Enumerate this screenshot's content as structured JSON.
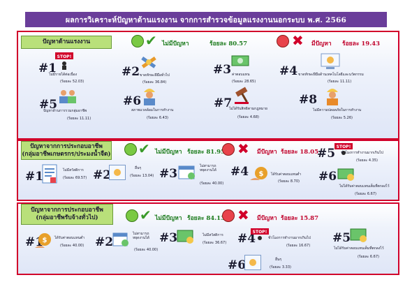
{
  "title": "ผลการวิเคราะห์ปัญหาด้านแรงงาน จากการสำรวจข้อมูลแรงงานนอกระบบ พ.ศ. 2566",
  "sections": [
    {
      "label_lines": [
        "ปัญหาด้านแรงงาน"
      ],
      "no_problem": "ไม่มีปัญหา",
      "no_problem_pct": "ร้อยละ 80.57",
      "has_problem": "มีปัญหา",
      "has_problem_pct": "ร้อยละ 19.43",
      "items": [
        {
          "num": "#1",
          "label": "ไม่มีรายได้ต่อเนื่อง",
          "pct": "(ร้อยละ 52.03)",
          "icon": "stop-sign-icon"
        },
        {
          "num": "#2",
          "label": "ขาดทักษะฝีมือทั่วไป",
          "pct": "(ร้อยละ 36.84)",
          "icon": "tools-icon"
        },
        {
          "num": "#3",
          "label": "ค่าตอบแทน",
          "pct": "(ร้อยละ 28.65)",
          "icon": "money-icon"
        },
        {
          "num": "#4",
          "label": "ขาดทักษะฝีมือด้านเทคโนโลยีและนวัตกรรม",
          "pct": "(ร้อยละ 11.11)",
          "icon": "computer-icon"
        },
        {
          "num": "#5",
          "label": "ปัญหาด้านการรวมกลุ่มอาชีพ",
          "pct": "(ร้อยละ 11.11)",
          "icon": "group-icon"
        },
        {
          "num": "#6",
          "label": "สภาพแวดล้อมในการทำงาน",
          "pct": "(ร้อยละ 6.43)",
          "icon": "worker-icon"
        },
        {
          "num": "#7",
          "label": "ไม่ได้รับสิทธิตามกฎหมาย",
          "pct": "(ร้อยละ 4.68)",
          "icon": "gavel-icon"
        },
        {
          "num": "#8",
          "label": "ไม่มีความปลอดภัยในการทำงาน",
          "pct": "(ร้อยละ 5.26)",
          "icon": "safety-worker-icon"
        }
      ]
    },
    {
      "label_lines": [
        "ปัญหาจากการประกอบอาชีพ",
        "(กลุ่มอาชีพเกษตรกร/ประมงน้ำจืด)"
      ],
      "no_problem": "ไม่มีปัญหา",
      "no_problem_pct": "ร้อยละ 81.95",
      "has_problem": "มีปัญหา",
      "has_problem_pct": "ร้อยละ 18.05",
      "items": [
        {
          "num": "#1",
          "label": "ไม่มีสวัสดิการ",
          "pct": "(ร้อยละ 69.57)",
          "icon": "document-icon"
        },
        {
          "num": "#2",
          "label": "อื่นๆ",
          "pct": "(ร้อยละ 13.04)",
          "icon": "computer-icon"
        },
        {
          "num": "#3",
          "label": "ไม่สามารถ\nหยุดงานได้",
          "pct": "(ร้อยละ 40.00)",
          "icon": "calendar-icon"
        },
        {
          "num": "#4",
          "label": "ได้รับค่าตอบแทนต่ำ",
          "pct": "(ร้อยละ 8.70)",
          "icon": "money-bag-icon"
        },
        {
          "num": "#5",
          "label": "ชั่วโมงการทำงานมากเกินไป",
          "pct": "(ร้อยละ 4.35)",
          "icon": "stop-sign-icon"
        },
        {
          "num": "#6",
          "label": "ไม่ได้รับค่าตอบแทนเต็มที่ตกลงไว้",
          "pct": "(ร้อยละ 6.67)",
          "icon": "money-icon"
        }
      ]
    },
    {
      "label_lines": [
        "ปัญหาจากการประกอบอาชีพ",
        "(กลุ่มอาชีพรับจ้างทั่วไป)"
      ],
      "no_problem": "ไม่มีปัญหา",
      "no_problem_pct": "ร้อยละ 84.13",
      "has_problem": "มีปัญหา",
      "has_problem_pct": "ร้อยละ 15.87",
      "items": [
        {
          "num": "#1",
          "label": "ได้รับค่าตอบแทนต่ำ",
          "pct": "(ร้อยละ 40.00)",
          "icon": "money-bag-icon"
        },
        {
          "num": "#2",
          "label": "ไม่สามารถ\nหยุดงานได้",
          "pct": "(ร้อยละ 40.00)",
          "icon": "calendar-icon"
        },
        {
          "num": "#3",
          "label": "ไม่มีสวัสดิการ",
          "pct": "(ร้อยละ 36.67)",
          "icon": "money-icon"
        },
        {
          "num": "#4",
          "label": "ชั่วโมงการทำงานมากเกินไป",
          "pct": "(ร้อยละ 16.67)",
          "icon": "stop-sign-icon"
        },
        {
          "num": "#5",
          "label": "ไม่ได้รับค่าตอบแทนเต็มที่ตกลงไว้",
          "pct": "(ร้อยละ 6.67)",
          "icon": "money-icon"
        },
        {
          "num": "#6",
          "label": "อื่นๆ",
          "pct": "(ร้อยละ 3.33)",
          "icon": "computer-icon"
        }
      ]
    }
  ],
  "icon_text": {
    "stop": "STOP!"
  },
  "colors": {
    "title_bg": "#6a3d9a",
    "border": "#d1002a",
    "label_bg": "#b9e07a",
    "ok": "#1a7a1a",
    "bad": "#c0002a"
  }
}
